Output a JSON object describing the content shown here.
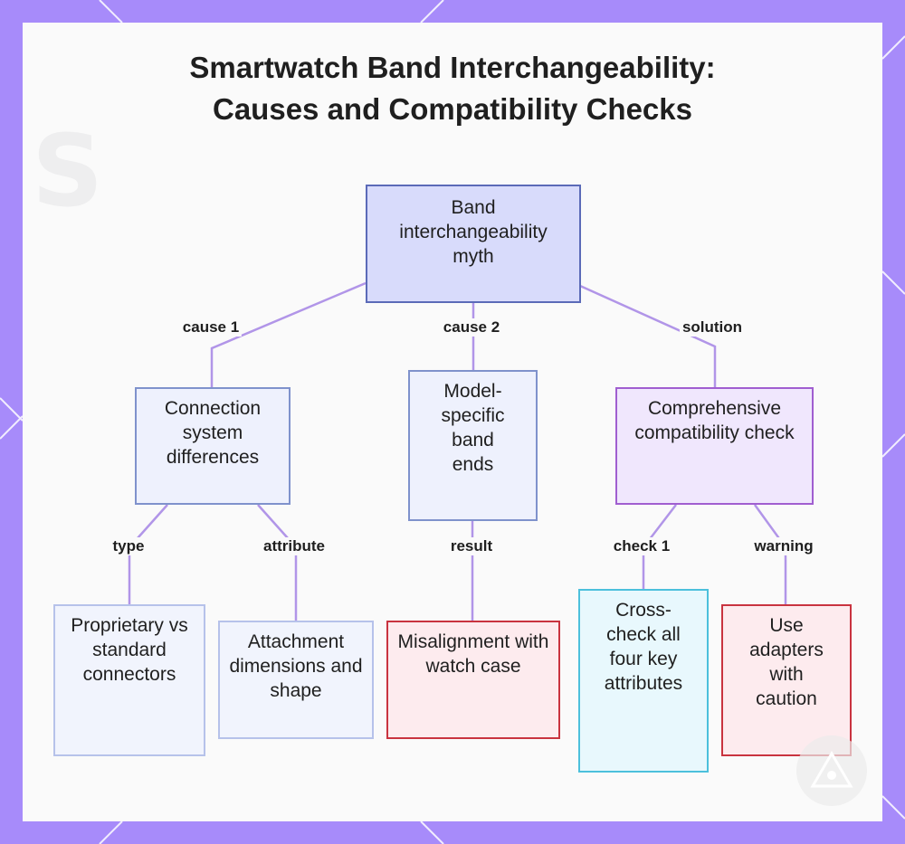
{
  "title": {
    "line1": "Smartwatch Band Interchangeability:",
    "line2": "Causes and Compatibility Checks"
  },
  "nodes": {
    "root": "Band interchangeability myth",
    "connection": "Connection system differences",
    "model": "Model-specific band ends",
    "solution": "Comprehensive compatibility check",
    "proprietary": "Proprietary vs standard connectors",
    "attachment": "Attachment dimensions and shape",
    "misalignment": "Misalignment with watch case",
    "crosscheck": "Cross-check all four key attributes",
    "adapters": "Use adapters with caution"
  },
  "edges": {
    "cause1": "cause 1",
    "cause2": "cause 2",
    "solution": "solution",
    "type": "type",
    "attribute": "attribute",
    "result": "result",
    "check1": "check 1",
    "warning": "warning"
  },
  "colors": {
    "frame": "#a78bfa",
    "connector": "#b195e8",
    "root_border": "#5b6ab8",
    "solution_border": "#a05ed0",
    "red_border": "#c9333f",
    "cyan_border": "#4cc0dc"
  }
}
